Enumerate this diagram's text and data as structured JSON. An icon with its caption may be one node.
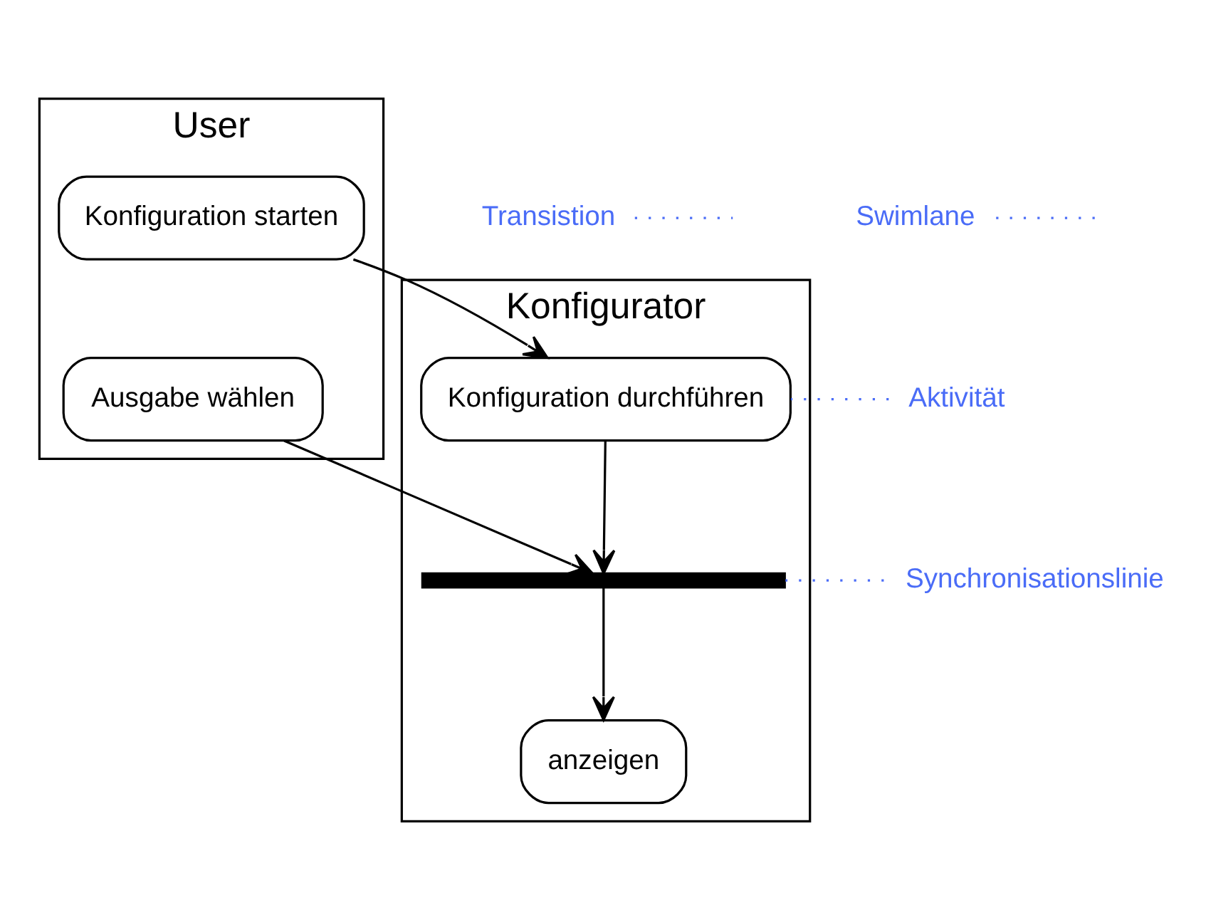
{
  "diagram": {
    "nodes": [
      {
        "text": [
          "User"
        ]
      },
      {
        "text": [
          "Konfigurator"
        ]
      },
      {
        "text": [
          "Konfiguration starten"
        ],
        "in": 0
      },
      {
        "text": [
          "Konfiguration durchführen"
        ],
        "in": 1
      },
      {
        "text": [
          "Ausgabe wählen"
        ],
        "in": 0
      },
      {
        "text": [],
        "shape": "bar",
        "in": 1
      },
      {
        "text": [
          "anzeigen"
        ],
        "in": 1
      },
      {
        "text": [
          "Aktivität"
        ]
      },
      {
        "text": [
          "Transistion"
        ]
      },
      {
        "text": [
          "Synchronisationslinie"
        ]
      },
      {
        "text": [
          "Swimlane"
        ]
      }
    ],
    "edges": [
      {
        "from": 2,
        "to": 3,
        "arrow": "to"
      },
      {
        "from": 3,
        "to": 5,
        "arrow": "to"
      },
      {
        "from": 4,
        "to": 5,
        "arrow": "to"
      },
      {
        "from": 5,
        "to": 6,
        "arrow": "to"
      },
      {
        "from": 7,
        "to": 3,
        "arrow": "none",
        "style": "dashed",
        "color": "#4a6cf7"
      },
      {
        "from": 8,
        "to": null,
        "arrow": "none",
        "style": "dashed",
        "color": "#4a6cf7"
      },
      {
        "from": 9,
        "to": 5,
        "arrow": "none",
        "style": "dashed",
        "color": "#4a6cf7"
      },
      {
        "from": 10,
        "to": null,
        "arrow": "none",
        "style": "dashed",
        "color": "#4a6cf7"
      }
    ]
  }
}
